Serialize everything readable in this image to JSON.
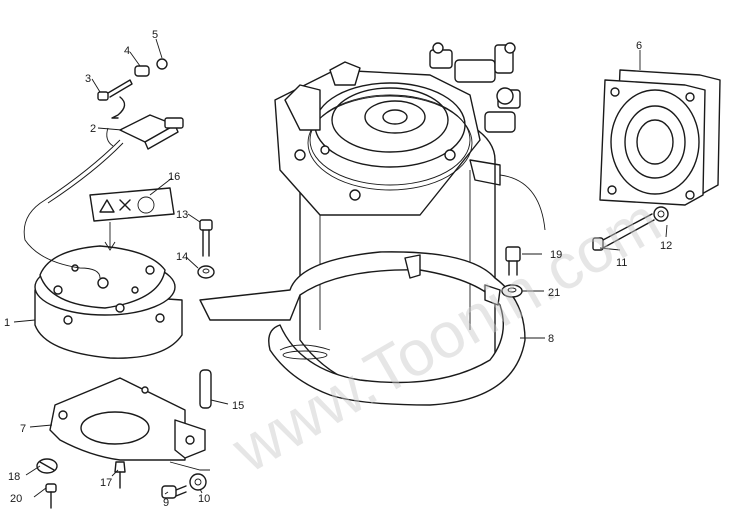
{
  "callouts": [
    "1",
    "2",
    "3",
    "4",
    "5",
    "6",
    "7",
    "8",
    "9",
    "10",
    "11",
    "12",
    "13",
    "14",
    "15",
    "16",
    "17",
    "18",
    "19",
    "20",
    "21"
  ],
  "watermark": "www.Toonin.com",
  "colors": {
    "line": "#1a1a1a",
    "background": "#ffffff",
    "watermark": "#c8c8c8"
  }
}
